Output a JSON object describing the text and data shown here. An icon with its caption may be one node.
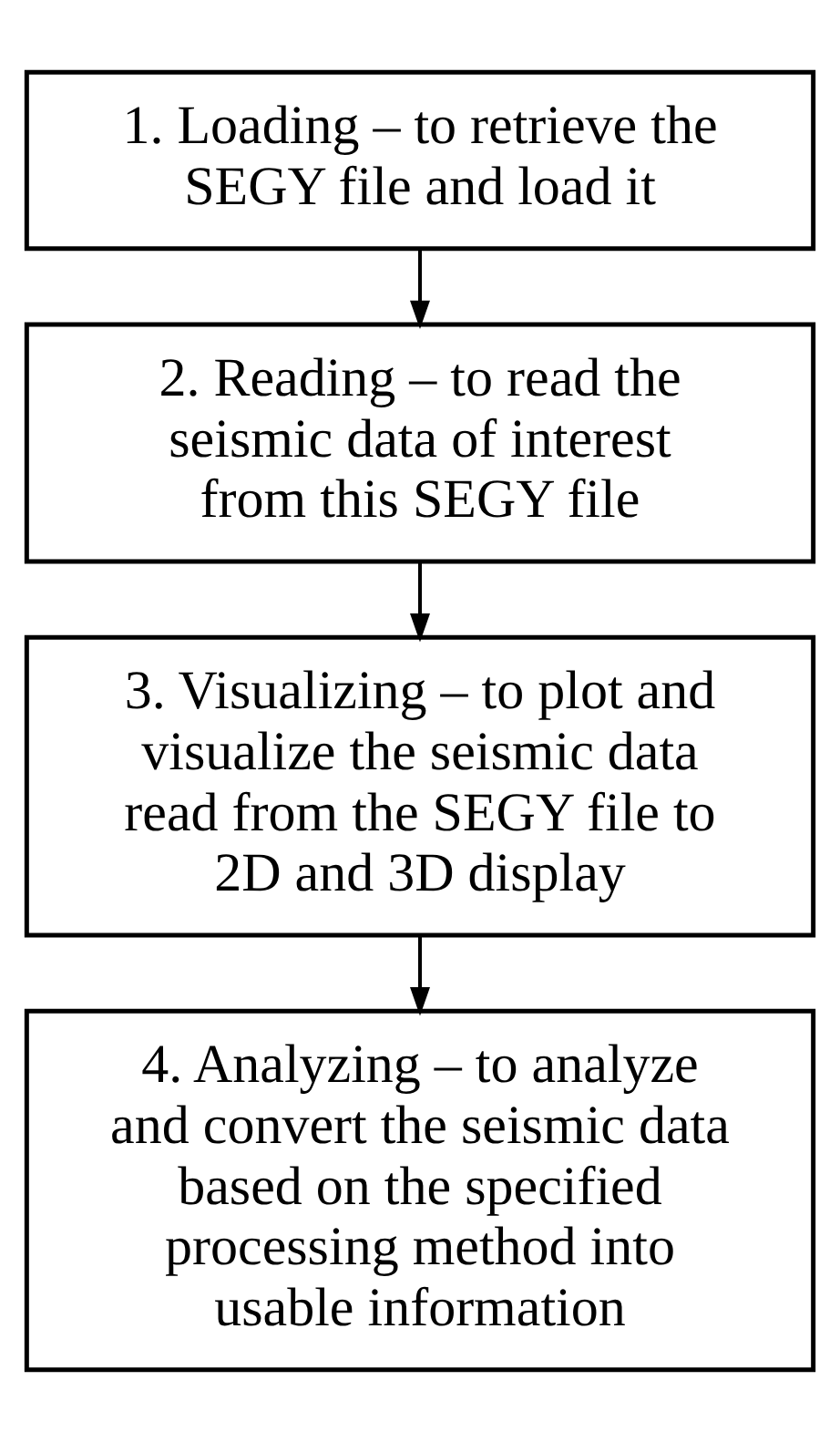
{
  "diagram": {
    "nodes": [
      {
        "text": [
          "1. Loading – to retrieve the SEGY file and load it"
        ]
      },
      {
        "text": [
          "2. Reading – to read the seismic data of interest from this SEGY file"
        ]
      },
      {
        "text": [
          "3. Visualizing – to plot and visualize the seismic data read from the SEGY file to 2D and 3D display"
        ]
      },
      {
        "text": [
          "4. Analyzing – to analyze and convert the seismic data based on the specified processing method into usable information"
        ]
      }
    ],
    "edges": [
      {
        "from": 0,
        "to": 1,
        "arrow": "to"
      },
      {
        "from": 1,
        "to": 2,
        "arrow": "to"
      },
      {
        "from": 2,
        "to": 3,
        "arrow": "to"
      }
    ]
  }
}
